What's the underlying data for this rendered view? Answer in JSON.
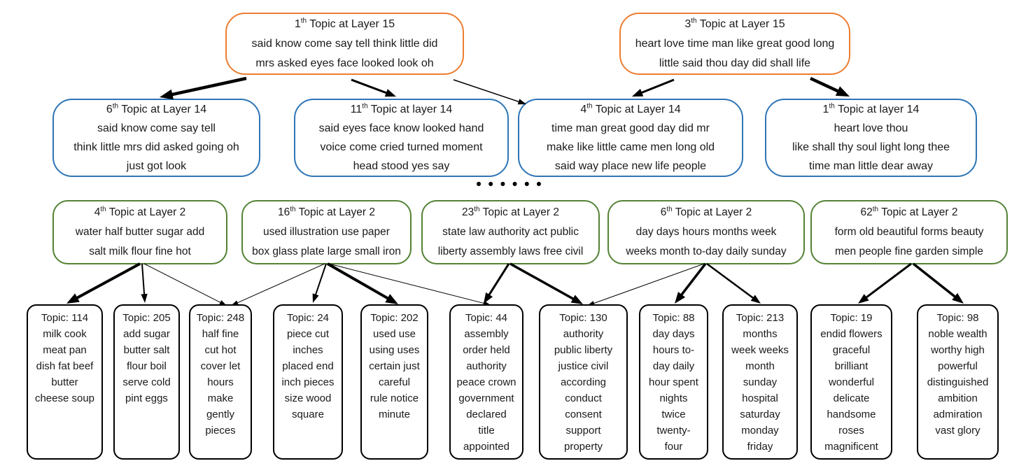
{
  "diagram": {
    "ellipsis_dots": "• • • • • •",
    "accent_colors": {
      "layer15_border": "#ED7D31",
      "layer14_border": "#2E75B6",
      "layer2_border": "#538235",
      "leaf_border": "#000000"
    },
    "nodes": {
      "o1": {
        "ord": "1",
        "sup": "th",
        "title": " Topic at Layer 15",
        "words": "said know come say tell think little did\nmrs asked eyes face looked look oh"
      },
      "o2": {
        "ord": "3",
        "sup": "th",
        "title": " Topic at Layer 15",
        "words": "heart love time man like great good long\nlittle said thou day did shall life"
      },
      "b1": {
        "ord": "6",
        "sup": "th",
        "title": " Topic at Layer 14",
        "words": "said know come say tell\nthink little mrs did asked going oh\njust got look"
      },
      "b2": {
        "ord": "11",
        "sup": "th",
        "title": " Topic at layer 14",
        "words": "said eyes face know looked hand\nvoice come cried turned moment\nhead stood yes say"
      },
      "b3": {
        "ord": "4",
        "sup": "th",
        "title": " Topic at Layer 14",
        "words": "time man great good day did mr\nmake like little came men long old\nsaid way place new life people"
      },
      "b4": {
        "ord": "1",
        "sup": "th",
        "title": " Topic at layer 14",
        "words": "heart love thou\nlike shall thy soul light long thee\ntime man little dear away"
      },
      "g1": {
        "ord": "4",
        "sup": "th",
        "title": " Topic at Layer 2",
        "words": "water half butter sugar add\nsalt milk flour fine hot"
      },
      "g2": {
        "ord": "16",
        "sup": "th",
        "title": " Topic at Layer 2",
        "words": "used illustration use paper\nbox glass plate large small iron"
      },
      "g3": {
        "ord": "23",
        "sup": "th",
        "title": " Topic at Layer 2",
        "words": "state law authority act public\nliberty assembly laws free civil"
      },
      "g4": {
        "ord": "6",
        "sup": "th",
        "title": " Topic at Layer 2",
        "words": "day days hours months week\nweeks month to-day daily sunday"
      },
      "g5": {
        "ord": "62",
        "sup": "th",
        "title": " Topic at Layer 2",
        "words": "form old beautiful forms beauty\nmen people fine garden simple"
      },
      "t114": {
        "title": "Topic: 114",
        "words": "milk cook\nmeat pan\ndish fat beef\nbutter\ncheese soup"
      },
      "t205": {
        "title": "Topic: 205",
        "words": "add sugar\nbutter salt\nflour boil\nserve cold\npint eggs"
      },
      "t248": {
        "title": "Topic: 248",
        "words": "half fine\ncut hot\ncover let\nhours\nmake\ngently\npieces"
      },
      "t24": {
        "title": "Topic: 24",
        "words": "piece cut\ninches\nplaced end\ninch pieces\nsize wood\nsquare"
      },
      "t202": {
        "title": "Topic: 202",
        "words": "used use\nusing uses\ncertain just\ncareful\nrule notice\nminute"
      },
      "t44": {
        "title": "Topic: 44",
        "words": "assembly\norder held\nauthority\npeace crown\ngovernment\ndeclared\ntitle\nappointed"
      },
      "t130": {
        "title": "Topic: 130",
        "words": "authority\npublic liberty\njustice civil\naccording\nconduct\nconsent\nsupport\nproperty"
      },
      "t88": {
        "title": "Topic: 88",
        "words": "day days\nhours to-\nday daily\nhour spent\nnights\ntwice\ntwenty-\nfour"
      },
      "t213": {
        "title": "Topic: 213",
        "words": "months\nweek weeks\nmonth\nsunday\nhospital\nsaturday\nmonday\nfriday"
      },
      "t19": {
        "title": "Topic: 19",
        "words": "endid flowers\ngraceful\nbrilliant\nwonderful\ndelicate\nhandsome\nroses\nmagnificent"
      },
      "t98": {
        "title": "Topic: 98",
        "words": "noble wealth\nworthy high\npowerful\ndistinguished\nambition\nadmiration\nvast glory"
      }
    },
    "edges": [
      {
        "from": "o1",
        "to": "b1",
        "weight": 4.5
      },
      {
        "from": "o1",
        "to": "b2",
        "weight": 3
      },
      {
        "from": "o1",
        "to": "b3",
        "weight": 1.5
      },
      {
        "from": "o2",
        "to": "b3",
        "weight": 3
      },
      {
        "from": "o2",
        "to": "b4",
        "weight": 4.5
      },
      {
        "from": "g1",
        "to": "t114",
        "weight": 4
      },
      {
        "from": "g1",
        "to": "t205",
        "weight": 2
      },
      {
        "from": "g1",
        "to": "t248",
        "weight": 1
      },
      {
        "from": "g2",
        "to": "t248",
        "weight": 1
      },
      {
        "from": "g2",
        "to": "t24",
        "weight": 2
      },
      {
        "from": "g2",
        "to": "t202",
        "weight": 4
      },
      {
        "from": "g2",
        "to": "t44",
        "weight": 1
      },
      {
        "from": "g3",
        "to": "t44",
        "weight": 3
      },
      {
        "from": "g3",
        "to": "t130",
        "weight": 3.5
      },
      {
        "from": "g4",
        "to": "t130",
        "weight": 1
      },
      {
        "from": "g4",
        "to": "t88",
        "weight": 3.5
      },
      {
        "from": "g4",
        "to": "t213",
        "weight": 2.5
      },
      {
        "from": "g5",
        "to": "t19",
        "weight": 3
      },
      {
        "from": "g5",
        "to": "t98",
        "weight": 3.5
      }
    ]
  }
}
